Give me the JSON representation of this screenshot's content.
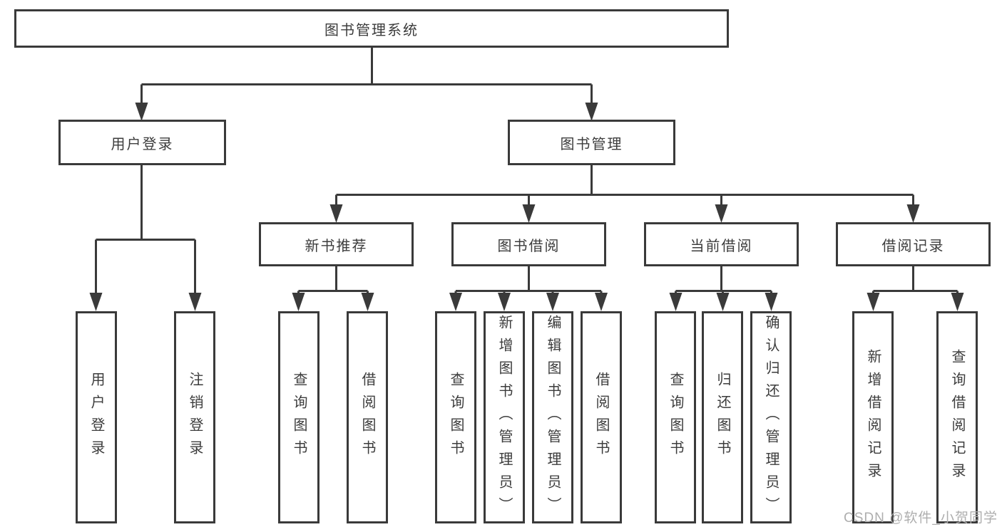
{
  "colors": {
    "line": "#3a3a3a",
    "text": "#3c3c3c",
    "watermark_text": "#aeaeae",
    "background": "#ffffff"
  },
  "watermark": "CSDN @软件_小贺同学",
  "diagram": {
    "root": {
      "label": "图书管理系统"
    },
    "branches": [
      {
        "label": "用户登录",
        "children": [
          {
            "label": "用户登录"
          },
          {
            "label": "注销登录"
          }
        ]
      },
      {
        "label": "图书管理",
        "children": [
          {
            "label": "新书推荐",
            "children": [
              {
                "label": "查询图书"
              },
              {
                "label": "借阅图书"
              }
            ]
          },
          {
            "label": "图书借阅",
            "children": [
              {
                "label": "查询图书"
              },
              {
                "label": "新增图书（管理员）"
              },
              {
                "label": "编辑图书（管理员）"
              },
              {
                "label": "借阅图书"
              }
            ]
          },
          {
            "label": "当前借阅",
            "children": [
              {
                "label": "查询图书"
              },
              {
                "label": "归还图书"
              },
              {
                "label": "确认归还（管理员）"
              }
            ]
          },
          {
            "label": "借阅记录",
            "children": [
              {
                "label": "新增借阅记录"
              },
              {
                "label": "查询借阅记录"
              }
            ]
          }
        ]
      }
    ]
  }
}
